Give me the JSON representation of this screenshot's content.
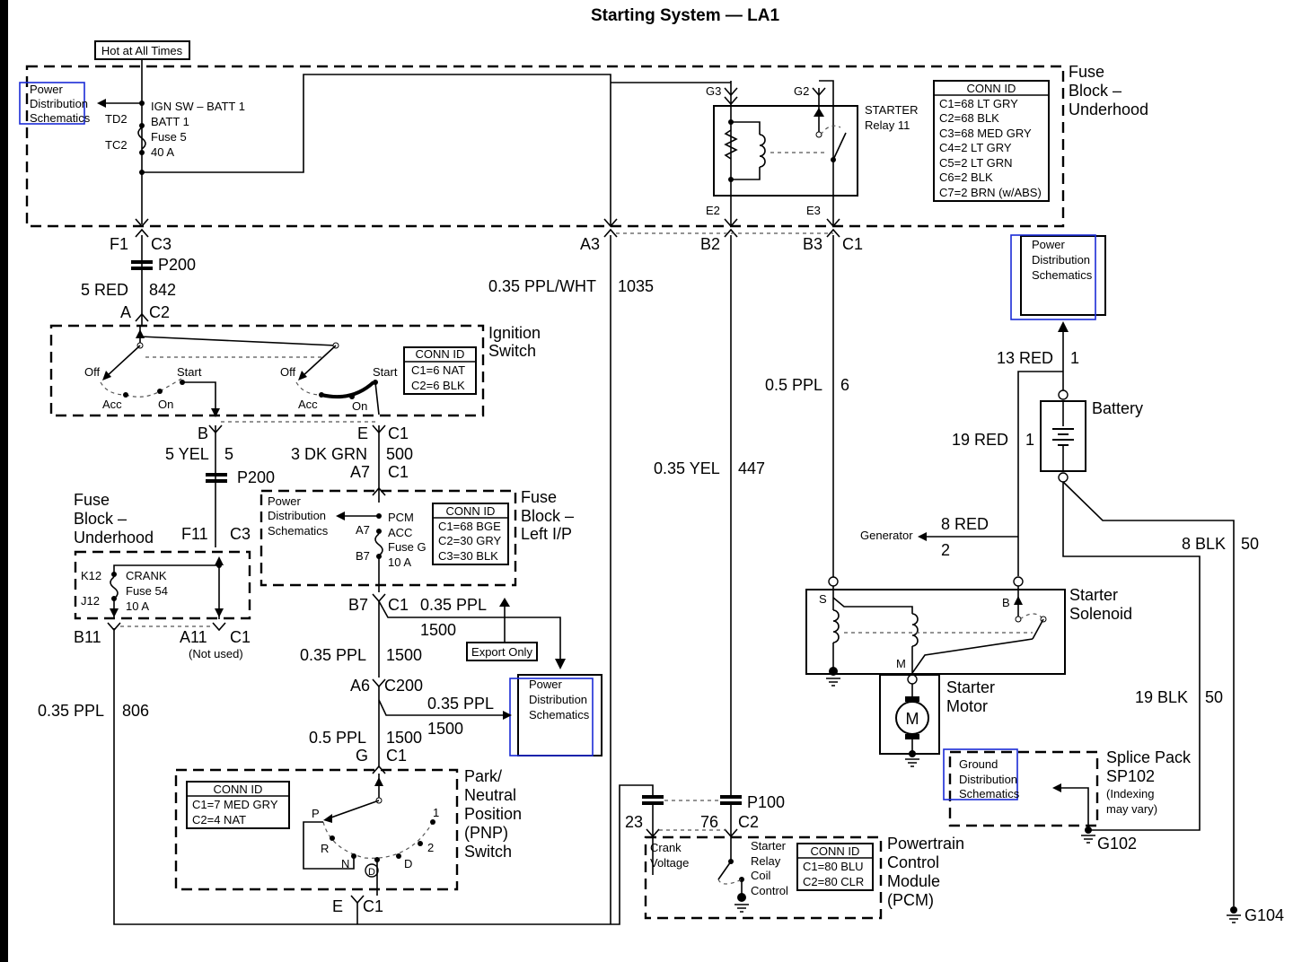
{
  "title": "Starting System — LA1",
  "hot_label": "Hot at All Times",
  "pds": "Power Distribution Schematics",
  "gds": "Ground Distribution Schematics",
  "fuse_block_underhood": {
    "title": "Fuse Block – Underhood",
    "fuse_name": "IGN SW – BATT 1",
    "fuse_id": "Fuse 5",
    "fuse_amps": "40 A",
    "td2": "TD2",
    "tc2": "TC2",
    "relay_title": "STARTER",
    "relay_sub": "Relay 11",
    "g3": "G3",
    "g2": "G2",
    "e2": "E2",
    "e3": "E3",
    "conn_header": "CONN ID",
    "conn": [
      "C1=68 LT GRY",
      "C2=68 BLK",
      "C3=68 MED GRY",
      "C4=2 LT GRY",
      "C5=2 LT GRN",
      "C6=2 BLK",
      "C7=2 BRN (w/ABS)"
    ]
  },
  "pins": {
    "f1": "F1",
    "c3": "C3",
    "p200": "P200",
    "a": "A",
    "c2": "C2",
    "a3": "A3",
    "b2": "B2",
    "b3": "B3",
    "c1": "C1",
    "b": "B",
    "e": "E",
    "c1b": "C1",
    "a7": "A7",
    "c1c": "C1",
    "f11": "F11",
    "c3b": "C3",
    "p200b": "P200",
    "b11": "B11",
    "a11": "A11",
    "c1d": "C1",
    "not_used": "(Not used)",
    "b7": "B7",
    "c1e": "C1",
    "a6": "A6",
    "c200": "C200",
    "g": "G",
    "c1f": "C1",
    "e2": "E",
    "c1g": "C1",
    "p100": "P100",
    "n23": "23",
    "n76": "76",
    "c2b": "C2",
    "g102": "G102",
    "g104": "G104"
  },
  "wires": {
    "w842_color": "5 RED",
    "w842_num": "842",
    "w1035_color": "0.35 PPL/WHT",
    "w1035_num": "1035",
    "w6_color": "0.5 PPL",
    "w6_num": "6",
    "w447_color": "0.35 YEL",
    "w447_num": "447",
    "w5_color": "5 YEL",
    "w5_num": "5",
    "w500_color": "3 DK GRN",
    "w500_num": "500",
    "w806_color": "0.35 PPL",
    "w806_num": "806",
    "wb7_color": "0.35 PPL",
    "wb7_num": "1500",
    "wa6_color": "0.35 PPL",
    "wa6_num": "1500",
    "wmid_color": "0.35 PPL",
    "wmid_num": "1500",
    "wg_color": "0.5 PPL",
    "wg_num": "1500",
    "w13_color": "13 RED",
    "w13_num": "1",
    "w19_color": "19 RED",
    "w19_num": "1",
    "w8red_color": "8 RED",
    "w8red_num": "2",
    "w8blk_color": "8 BLK",
    "w8blk_num": "50",
    "w19blk_color": "19 BLK",
    "w19blk_num": "50"
  },
  "ignition": {
    "title1": "Ignition",
    "title2": "Switch",
    "off": "Off",
    "start": "Start",
    "acc": "Acc",
    "on": "On",
    "conn_header": "CONN ID",
    "conn": [
      "C1=6 NAT",
      "C2=6 BLK"
    ]
  },
  "fuse_block_ip": {
    "title": "Fuse Block – Left I/P",
    "fuse_name": "PCM ACC",
    "fuse_id": "Fuse G",
    "fuse_amps": "10 A",
    "a7": "A7",
    "b7": "B7",
    "conn_header": "CONN ID",
    "conn": [
      "C1=68 BGE",
      "C2=30 GRY",
      "C3=30 BLK"
    ]
  },
  "crank_fuse": {
    "title": "Fuse Block – Underhood",
    "k12": "K12",
    "j12": "J12",
    "name": "CRANK",
    "id": "Fuse 54",
    "amps": "10 A"
  },
  "export_only": "Export Only",
  "pnp": {
    "title": [
      "Park/",
      "Neutral",
      "Position",
      "(PNP)",
      "Switch"
    ],
    "conn_header": "CONN ID",
    "conn": [
      "C1=7 MED GRY",
      "C2=4 NAT"
    ],
    "p": "P",
    "r": "R",
    "n": "N",
    "d_circle": "D",
    "d": "D",
    "two": "2",
    "one": "1"
  },
  "pcm": {
    "title": [
      "Powertrain",
      "Control",
      "Module",
      "(PCM)"
    ],
    "crank1": "Crank",
    "crank2": "Voltage",
    "relay": [
      "Starter",
      "Relay",
      "Coil",
      "Control"
    ],
    "conn_header": "CONN ID",
    "conn": [
      "C1=80 BLU",
      "C2=80 CLR"
    ]
  },
  "battery": "Battery",
  "generator": "Generator",
  "solenoid": {
    "title1": "Starter",
    "title2": "Solenoid",
    "s": "S",
    "b": "B",
    "m": "M"
  },
  "motor": {
    "title1": "Starter",
    "title2": "Motor",
    "m": "M"
  },
  "splice": {
    "title1": "Splice Pack",
    "title2": "SP102",
    "note1": "(Indexing",
    "note2": "may vary)"
  }
}
